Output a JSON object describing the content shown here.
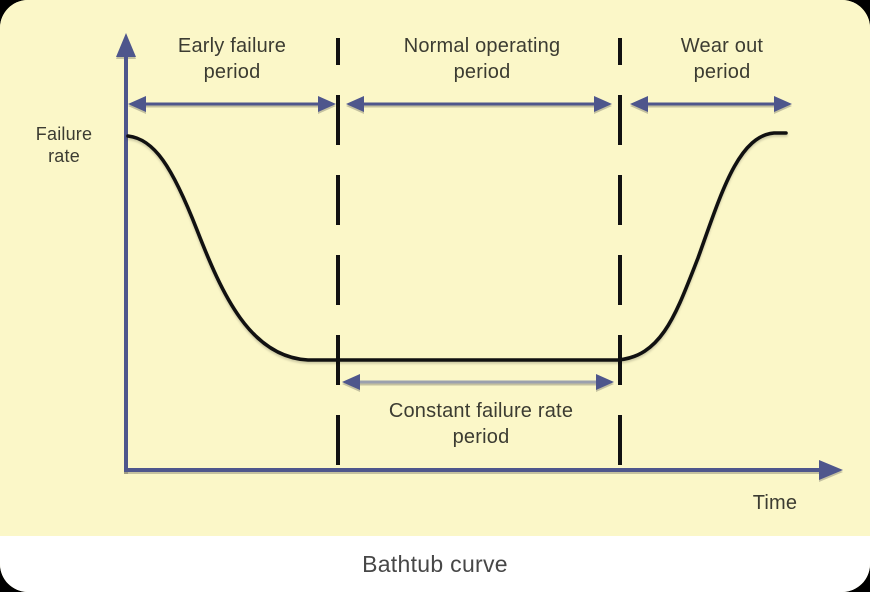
{
  "colors": {
    "outer_bg": "#000000",
    "panel_bg": "#FBF7C8",
    "caption_bg": "#FFFFFF",
    "axis_blue": "#4E568C",
    "curve_black": "#111111",
    "label_text": "#3C3C32",
    "constant_line": "#9BA0AE",
    "caption_text": "#474747"
  },
  "axes": {
    "y_label": "Failure\nrate",
    "x_label": "Time"
  },
  "periods": [
    {
      "label": "Early failure\nperiod"
    },
    {
      "label": "Normal operating\nperiod"
    },
    {
      "label": "Wear out\nperiod"
    }
  ],
  "annotations": {
    "constant_period": "Constant failure rate\nperiod"
  },
  "curve": {
    "name": "bathtub curve",
    "shape": "high at start, decreasing through early failure period, flat constant bottom through normal operating period, rising through wear out period"
  },
  "caption": "Bathtub curve"
}
